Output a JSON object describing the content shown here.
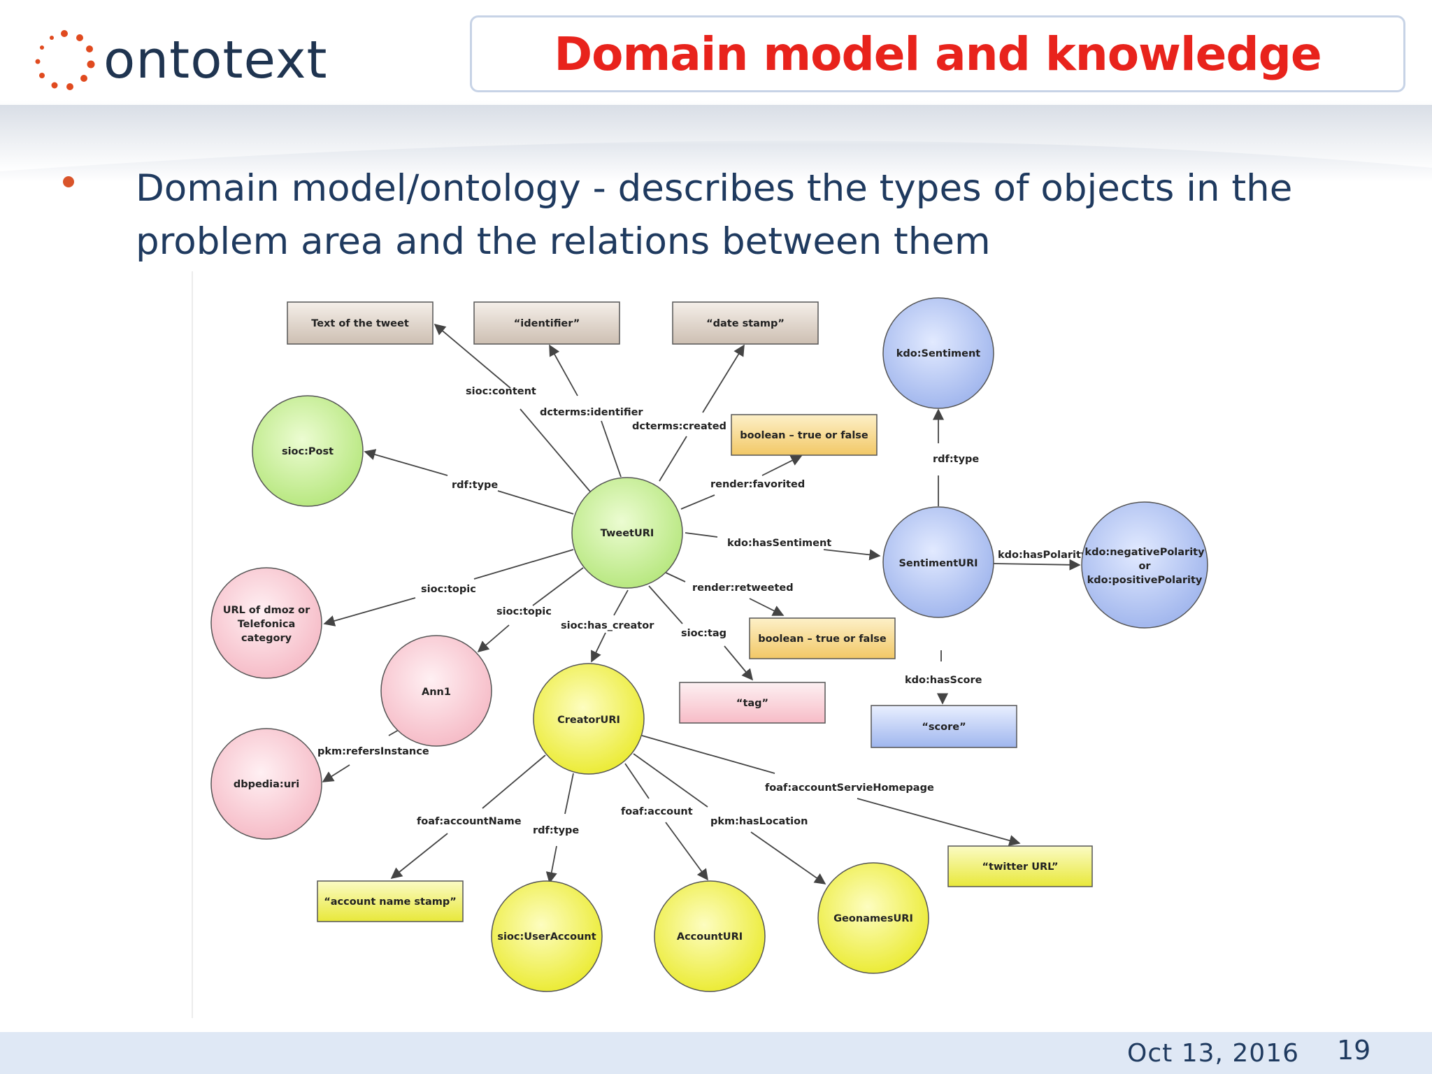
{
  "logo": {
    "text": "ontotext"
  },
  "title": "Domain model and knowledge",
  "bullet": "Domain model/ontology - describes the types of objects in the problem area and the relations between them",
  "diagram": {
    "nodes": {
      "text_tweet": "Text of the tweet",
      "identifier": "“identifier”",
      "date_stamp": "“date stamp”",
      "kdo_sentiment": "kdo:Sentiment",
      "sioc_post": "sioc:Post",
      "boolean_fav": "boolean – true or false",
      "tweet_uri": "TweetURI",
      "sentiment_uri": "SentimentURI",
      "polarity": [
        "kdo:negativePolarity",
        "or",
        "kdo:positivePolarity"
      ],
      "dmoz": [
        "URL of dmoz or",
        "Telefonica",
        "category"
      ],
      "ann1": "Ann1",
      "boolean_rt": "boolean – true or false",
      "tag": "“tag”",
      "score": "“score”",
      "creator_uri": "CreatorURI",
      "dbpedia": "dbpedia:uri",
      "twitter_url": "“twitter URL”",
      "account_name": "“account name stamp”",
      "user_account": "sioc:UserAccount",
      "account_uri": "AccountURI",
      "geonames": "GeonamesURI"
    },
    "edges": {
      "sioc_content": "sioc:content",
      "dcterms_identifier": "dcterms:identifier",
      "dcterms_created": "dcterms:created",
      "rdf_type_post": "rdf:type",
      "render_favorited": "render:favorited",
      "rdf_type_sentiment": "rdf:type",
      "kdo_hassentiment": "kdo:hasSentiment",
      "kdo_haspolarity": "kdo:hasPolarity",
      "sioc_topic_1": "sioc:topic",
      "sioc_topic_2": "sioc:topic",
      "render_retweeted": "render:retweeted",
      "sioc_has_creator": "sioc:has_creator",
      "sioc_tag": "sioc:tag",
      "kdo_hasscore": "kdo:hasScore",
      "pkm_refersinstance": "pkm:refersInstance",
      "foaf_servicehomepage": "foaf:accountServieHomepage",
      "foaf_accountname": "foaf:accountName",
      "rdf_type_user": "rdf:type",
      "foaf_account": "foaf:account",
      "pkm_haslocation": "pkm:hasLocation"
    },
    "colors": {
      "brown": "#dccfc3",
      "green": "#c6ef8c",
      "blue": "#a9bdee",
      "pink": "#f7c6cd",
      "yellow": "#f0f060",
      "orange": "#f7d98c"
    }
  },
  "footer": {
    "date": "Oct 13, 2016",
    "page": "19"
  }
}
